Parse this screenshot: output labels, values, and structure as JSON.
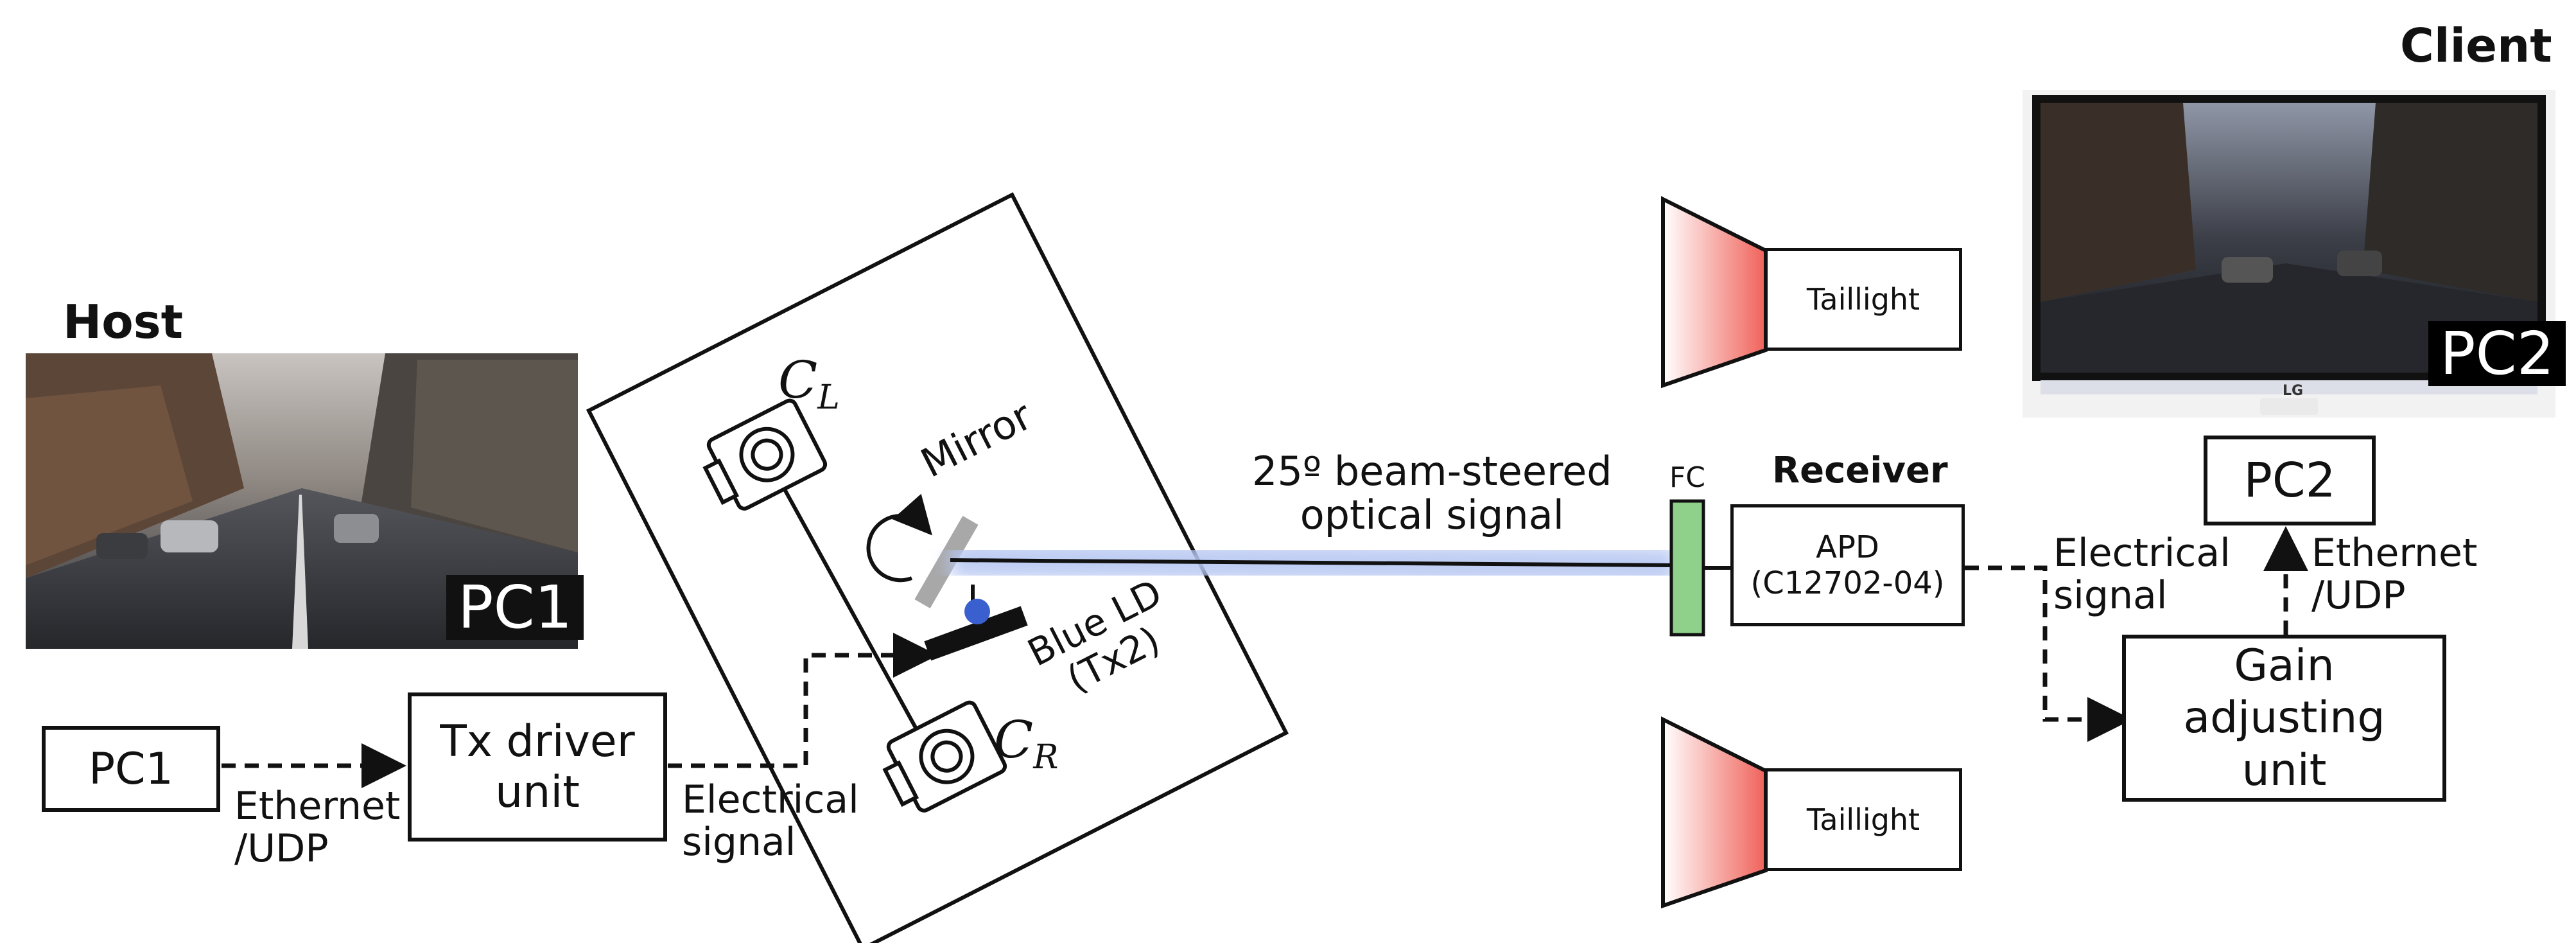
{
  "host": {
    "title": "Host",
    "screen_label": "PC1",
    "source_box": "PC1",
    "link1": {
      "line1": "Ethernet",
      "line2": "/UDP"
    },
    "driver": {
      "line1": "Tx driver",
      "line2": "unit"
    },
    "link2": {
      "line1": "Electrical",
      "line2": "signal"
    }
  },
  "transmitter": {
    "camera_left": "C",
    "camera_left_sub": "L",
    "camera_right": "C",
    "camera_right_sub": "R",
    "mirror": "Mirror",
    "laser": {
      "line1": "Blue LD",
      "line2": "(Tx2)"
    }
  },
  "beam": {
    "line1": "25º beam-steered",
    "line2": "optical signal",
    "color": "#3a5fcf"
  },
  "receiver": {
    "title": "Receiver",
    "filter": "FC",
    "apd": {
      "line1": "APD",
      "line2": "(C12702-04)"
    },
    "filter_color": "#8fd08a"
  },
  "taillights": [
    {
      "label": "Taillight"
    },
    {
      "label": "Taillight"
    }
  ],
  "client": {
    "title": "Client",
    "screen_label": "PC2",
    "monitor_brand": "LG",
    "link1": {
      "line1": "Electrical",
      "line2": "signal"
    },
    "gain": {
      "line1": "Gain",
      "line2": "adjusting",
      "line3": "unit"
    },
    "link2": {
      "line1": "Ethernet",
      "line2": "/UDP"
    },
    "sink_box": "PC2"
  },
  "colors": {
    "taillight_red": "#f0625a",
    "beam_glow": "#b7c7f2"
  }
}
